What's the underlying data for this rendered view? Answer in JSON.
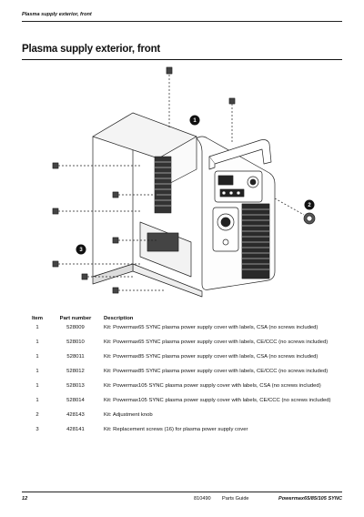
{
  "header": {
    "running_title": "Plasma supply exterior, front"
  },
  "page_title": "Plasma supply exterior, front",
  "figure": {
    "callouts": [
      "1",
      "2",
      "3"
    ]
  },
  "table": {
    "headers": {
      "item": "Item",
      "part_number": "Part number",
      "description": "Description"
    },
    "rows": [
      {
        "item": "1",
        "part_number": "528009",
        "description": "Kit: Powermax65 SYNC plasma power supply cover with labels, CSA (no screws included)"
      },
      {
        "item": "1",
        "part_number": "528010",
        "description": "Kit: Powermax65 SYNC plasma power supply cover with labels, CE/CCC (no screws included)"
      },
      {
        "item": "1",
        "part_number": "528011",
        "description": "Kit: Powermax85 SYNC plasma power supply cover with labels, CSA (no screws included)"
      },
      {
        "item": "1",
        "part_number": "528012",
        "description": "Kit: Powermax85 SYNC plasma power supply cover with labels, CE/CCC (no screws included)"
      },
      {
        "item": "1",
        "part_number": "528013",
        "description": "Kit: Powermax105 SYNC plasma power supply cover with labels, CSA (no screws included)"
      },
      {
        "item": "1",
        "part_number": "528014",
        "description": "Kit: Powermax105 SYNC plasma power supply cover with labels, CE/CCC (no screws included)"
      },
      {
        "item": "2",
        "part_number": "428143",
        "description": "Kit: Adjustment knob"
      },
      {
        "item": "3",
        "part_number": "428141",
        "description": "Kit: Replacement screws (16) for plasma power supply cover"
      }
    ]
  },
  "footer": {
    "page_number": "12",
    "doc_number": "810490",
    "guide_label": "Parts Guide",
    "product": "Powermax65/85/105 SYNC"
  }
}
